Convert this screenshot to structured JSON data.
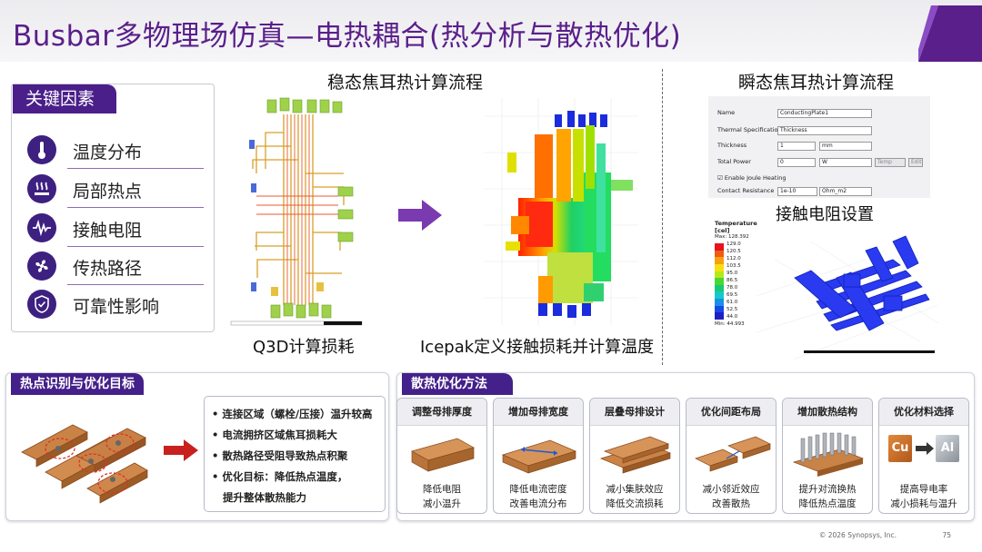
{
  "header": {
    "title": "Busbar多物理场仿真—电热耦合(热分析与散热优化)"
  },
  "key_factors": {
    "tag": "关键因素",
    "items": [
      {
        "label": "温度分布",
        "icon": "thermometer-icon"
      },
      {
        "label": "局部热点",
        "icon": "heat-waves-icon"
      },
      {
        "label": "接触电阻",
        "icon": "waveform-icon"
      },
      {
        "label": "传热路径",
        "icon": "fan-icon"
      },
      {
        "label": "可靠性影响",
        "icon": "shield-check-icon"
      }
    ]
  },
  "steady": {
    "title": "稳态焦耳热计算流程",
    "q3d_caption": "Q3D计算损耗",
    "icepak_caption": "Icepak定义接触损耗并计算温度"
  },
  "transient": {
    "title": "瞬态焦耳热计算流程",
    "contact_caption": "接触电阻设置",
    "props": {
      "name_label": "Name",
      "name_value": "ConductingPlate1",
      "thermal_label": "Thermal Specification",
      "thermal_value": "Thickness",
      "thickness_label": "Thickness",
      "thickness_value": "1",
      "thickness_unit": "mm",
      "power_label": "Total Power",
      "power_value": "0",
      "power_unit": "W",
      "temp_dep": "Temp Dep",
      "edit": "Edit",
      "joule_label": "Enable Joule Heating",
      "contact_label": "Contact Resistance",
      "contact_value": "1e-10",
      "contact_unit": "Ohm_m2"
    },
    "legend": {
      "title": "Temperature",
      "unit": "[cel]",
      "max": "Max: 128.392",
      "ticks": [
        "129.0",
        "120.5",
        "112.0",
        "103.5",
        "95.0",
        "86.5",
        "78.0",
        "69.5",
        "61.0",
        "52.5",
        "44.0"
      ],
      "min": "Min: 44.993"
    }
  },
  "hotspot": {
    "tag": "热点识别与优化目标",
    "bullets": [
      "• 连接区域（螺栓/压接）温升较高",
      "• 电流拥挤区域焦耳损耗大",
      "• 散热路径受阻导致热点积聚",
      "• 优化目标：降低热点温度，",
      "   提升整体散热能力"
    ]
  },
  "methods": {
    "tag": "散热优化方法",
    "cards": [
      {
        "title": "调整母排厚度",
        "d1": "降低电阻",
        "d2": "减小温升"
      },
      {
        "title": "增加母排宽度",
        "d1": "降低电流密度",
        "d2": "改善电流分布"
      },
      {
        "title": "层叠母排设计",
        "d1": "减小集肤效应",
        "d2": "降低交流损耗"
      },
      {
        "title": "优化间距布局",
        "d1": "减小邻近效应",
        "d2": "改善散热"
      },
      {
        "title": "增加散热结构",
        "d1": "提升对流换热",
        "d2": "降低热点温度"
      },
      {
        "title": "优化材料选择",
        "d1": "提高导电率",
        "d2": "减小损耗与温升",
        "cu": "Cu",
        "al": "Al"
      }
    ]
  },
  "footer": {
    "copyright": "© 2026 Synopsys, Inc.",
    "page": "75"
  }
}
